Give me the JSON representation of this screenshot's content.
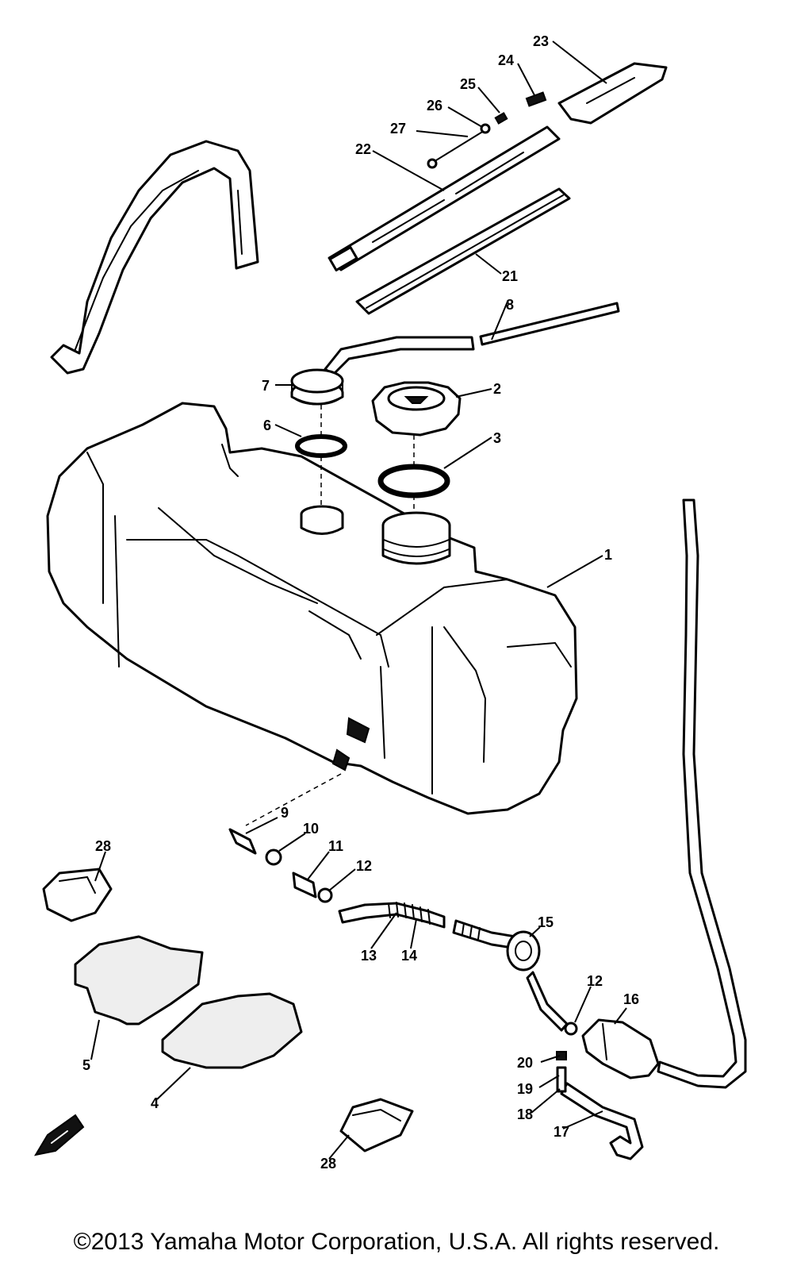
{
  "callouts": {
    "c1": "1",
    "c2": "2",
    "c3": "3",
    "c4": "4",
    "c5": "5",
    "c6": "6",
    "c7": "7",
    "c8": "8",
    "c9": "9",
    "c10": "10",
    "c11": "11",
    "c12a": "12",
    "c12b": "12",
    "c13": "13",
    "c14": "14",
    "c15": "15",
    "c16": "16",
    "c17": "17",
    "c18": "18",
    "c19": "19",
    "c20": "20",
    "c21": "21",
    "c22": "22",
    "c23": "23",
    "c24": "24",
    "c25": "25",
    "c26": "26",
    "c27": "27",
    "c28a": "28",
    "c28b": "28"
  },
  "copyright": "©2013 Yamaha Motor Corporation, U.S.A. All rights reserved."
}
